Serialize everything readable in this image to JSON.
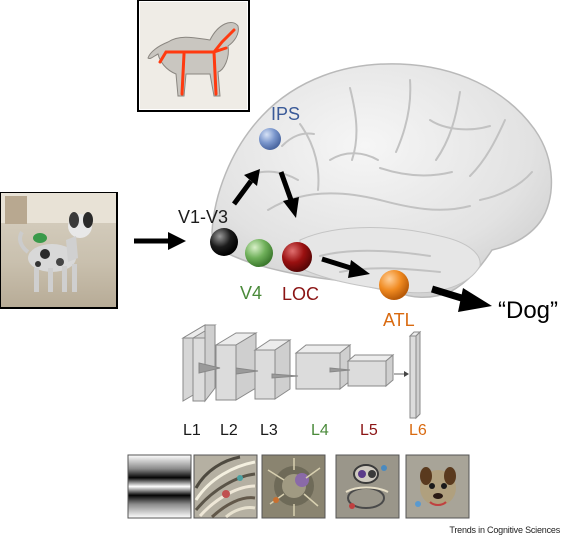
{
  "regions": {
    "v1v3": {
      "label": "V1-V3",
      "color": "#1c1c1c"
    },
    "v4": {
      "label": "V4",
      "color": "#4a8a3a"
    },
    "loc": {
      "label": "LOC",
      "color": "#8b1414"
    },
    "ips": {
      "label": "IPS",
      "color": "#3a5a98"
    },
    "atl": {
      "label": "ATL",
      "color": "#d96a10"
    }
  },
  "output_word": "“Dog”",
  "layers": [
    {
      "label": "L1",
      "color": "#1a1a1a"
    },
    {
      "label": "L2",
      "color": "#1a1a1a"
    },
    {
      "label": "L3",
      "color": "#1a1a1a"
    },
    {
      "label": "L4",
      "color": "#4a8a3a"
    },
    {
      "label": "L5",
      "color": "#8b1414"
    },
    {
      "label": "L6",
      "color": "#d96a10"
    }
  ],
  "credit": "Trends in Cognitive Sciences"
}
